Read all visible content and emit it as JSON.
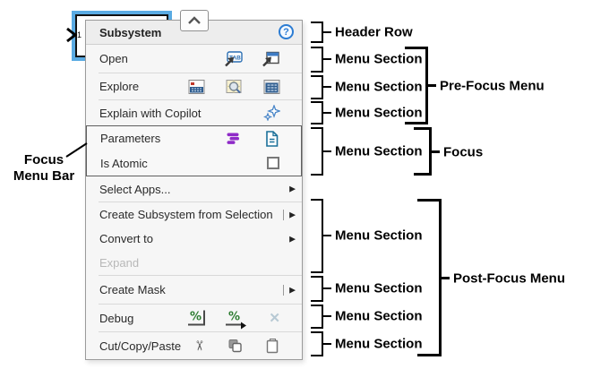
{
  "block": {
    "port_number": "1"
  },
  "menu": {
    "header": {
      "title": "Subsystem",
      "help": "?"
    },
    "items": {
      "open": {
        "label": "Open"
      },
      "explore": {
        "label": "Explore"
      },
      "copilot": {
        "label": "Explain with Copilot"
      },
      "parameters": {
        "label": "Parameters"
      },
      "is_atomic": {
        "label": "Is Atomic",
        "checked": false
      },
      "select_apps": {
        "label": "Select Apps..."
      },
      "create_subsystem": {
        "label": "Create Subsystem from Selection"
      },
      "convert_to": {
        "label": "Convert to"
      },
      "expand": {
        "label": "Expand",
        "disabled": true
      },
      "create_mask": {
        "label": "Create Mask"
      },
      "debug": {
        "label": "Debug"
      },
      "cut_copy_paste": {
        "label": "Cut/Copy/Paste"
      }
    }
  },
  "glyphs": {
    "submenu_arrow": "▶",
    "percent": "%",
    "scissors": "✂",
    "cross": "✕",
    "tab_label": "TAB"
  },
  "annotations": {
    "header_row": "Header Row",
    "menu_section": "Menu Section",
    "pre_focus_menu": "Pre-Focus Menu",
    "focus": "Focus",
    "post_focus_menu": "Post-Focus Menu",
    "focus_menu_bar_line1": "Focus",
    "focus_menu_bar_line2": "Menu Bar"
  },
  "colors": {
    "selection_blue": "#5aabe3",
    "parameters_purple": "#8f2bc8",
    "doc_blue": "#1b7099",
    "debug_green": "#2e7d32",
    "help_blue": "#2b7cd3"
  }
}
